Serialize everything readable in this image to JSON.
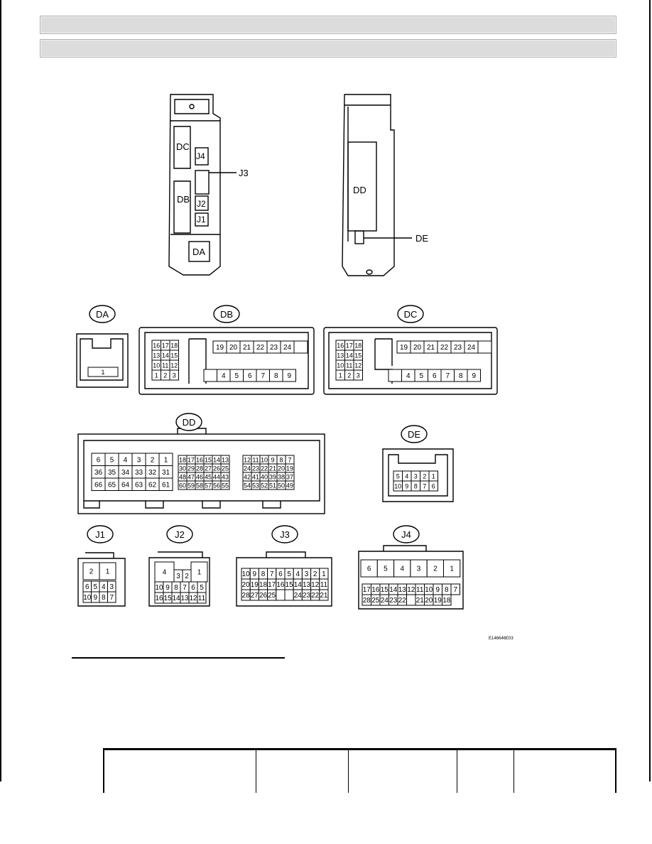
{
  "header": {
    "title": "",
    "subtitle": ""
  },
  "figure_id": "E146646E03",
  "views": {
    "left_labels": [
      "DC",
      "J4",
      "J3",
      "DB",
      "J2",
      "J1",
      "DA"
    ],
    "right_labels": [
      "DD",
      "DE"
    ]
  },
  "connectors": {
    "DA": {
      "name": "DA",
      "pins": [
        "1"
      ]
    },
    "DB": {
      "name": "DB",
      "grid": [
        [
          "16",
          "17",
          "18"
        ],
        [
          "13",
          "14",
          "15"
        ],
        [
          "10",
          "11",
          "12"
        ],
        [
          "1",
          "2",
          "3"
        ]
      ],
      "top": [
        "19",
        "20",
        "21",
        "22",
        "23",
        "24",
        ""
      ],
      "bottom": [
        "",
        "4",
        "5",
        "6",
        "7",
        "8",
        "9"
      ]
    },
    "DC": {
      "name": "DC",
      "grid": [
        [
          "16",
          "17",
          "18"
        ],
        [
          "13",
          "14",
          "15"
        ],
        [
          "10",
          "11",
          "12"
        ],
        [
          "1",
          "2",
          "3"
        ]
      ],
      "top": [
        "19",
        "20",
        "21",
        "22",
        "23",
        "24",
        ""
      ],
      "bottom": [
        "",
        "4",
        "5",
        "6",
        "7",
        "8",
        "9"
      ]
    },
    "DD": {
      "name": "DD",
      "left": [
        [
          "6",
          "5",
          "4",
          "3",
          "2",
          "1"
        ],
        [
          "36",
          "35",
          "34",
          "33",
          "32",
          "31"
        ],
        [
          "66",
          "65",
          "64",
          "63",
          "62",
          "61"
        ]
      ],
      "mid": [
        [
          "18",
          "17",
          "16",
          "15",
          "14",
          "13"
        ],
        [
          "30",
          "29",
          "28",
          "27",
          "26",
          "25"
        ],
        [
          "48",
          "47",
          "46",
          "45",
          "44",
          "43"
        ],
        [
          "60",
          "59",
          "58",
          "57",
          "56",
          "55"
        ]
      ],
      "right": [
        [
          "12",
          "11",
          "10",
          "9",
          "8",
          "7"
        ],
        [
          "24",
          "23",
          "22",
          "21",
          "20",
          "19"
        ],
        [
          "42",
          "41",
          "40",
          "39",
          "38",
          "37"
        ],
        [
          "54",
          "53",
          "52",
          "51",
          "50",
          "49"
        ]
      ]
    },
    "DE": {
      "name": "DE",
      "rows": [
        [
          "5",
          "4",
          "3",
          "2",
          "1"
        ],
        [
          "10",
          "9",
          "8",
          "7",
          "6"
        ]
      ]
    },
    "J1": {
      "name": "J1",
      "top": [
        "2",
        "1"
      ],
      "rows": [
        [
          "6",
          "5",
          "4",
          "3"
        ],
        [
          "10",
          "9",
          "8",
          "7"
        ]
      ]
    },
    "J2": {
      "name": "J2",
      "top": [
        "4",
        "3",
        "2",
        "1"
      ],
      "rows": [
        [
          "10",
          "9",
          "8",
          "7",
          "6",
          "5"
        ],
        [
          "16",
          "15",
          "14",
          "13",
          "12",
          "11"
        ]
      ]
    },
    "J3": {
      "name": "J3",
      "rows": [
        [
          "10",
          "9",
          "8",
          "7",
          "6",
          "5",
          "4",
          "3",
          "2",
          "1"
        ],
        [
          "20",
          "19",
          "18",
          "17",
          "16",
          "15",
          "14",
          "13",
          "12",
          "11"
        ],
        [
          "28",
          "27",
          "26",
          "25",
          "",
          "",
          "24",
          "23",
          "22",
          "21"
        ]
      ]
    },
    "J4": {
      "name": "J4",
      "top": [
        "6",
        "5",
        "4",
        "3",
        "2",
        "1"
      ],
      "rows": [
        [
          "17",
          "16",
          "15",
          "14",
          "13",
          "12",
          "11",
          "10",
          "9",
          "8",
          "7"
        ],
        [
          "28",
          "25",
          "24",
          "23",
          "22",
          "",
          "21",
          "20",
          "19",
          "18"
        ]
      ]
    }
  }
}
